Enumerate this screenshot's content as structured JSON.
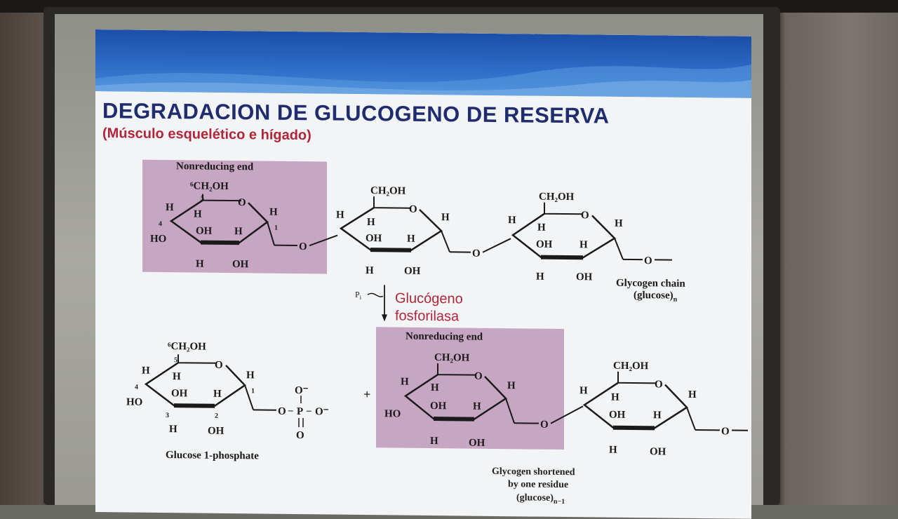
{
  "slide": {
    "title": "DEGRADACION DE GLUCOGENO DE RESERVA",
    "subtitle": "(Músculo esquelético e hígado)"
  },
  "top_row": {
    "nonreducing_label": "Nonreducing end",
    "chain_label_line1": "Glycogen chain",
    "chain_label_line2": "(glucose)",
    "chain_label_sub": "n"
  },
  "reaction": {
    "reactant": "P",
    "reactant_sub": "i",
    "enzyme_line1": "Glucógeno",
    "enzyme_line2": "fosforilasa"
  },
  "bottom_row": {
    "product1_label": "Glucose 1-phosphate",
    "plus": "+",
    "nonreducing_label": "Nonreducing end",
    "product2_line1": "Glycogen shortened",
    "product2_line2": "by one residue",
    "product2_line3": "(glucose)",
    "product2_sub": "n−1"
  },
  "atoms": {
    "ch2oh": "CH₂OH",
    "ch2oh_c6": "⁶CH₂OH",
    "o": "O",
    "h": "H",
    "oh": "OH",
    "ho": "HO",
    "c1": "1",
    "c2": "2",
    "c3": "3",
    "c4": "4",
    "c5": "5",
    "phosphate_p": "P",
    "o_minus": "O⁻",
    "o_dash": "O",
    "minus": "−"
  },
  "colors": {
    "banner": "#2c6bc6",
    "title": "#1f2d6e",
    "subtitle": "#b0253a",
    "highlight": "#c7a6c4"
  }
}
